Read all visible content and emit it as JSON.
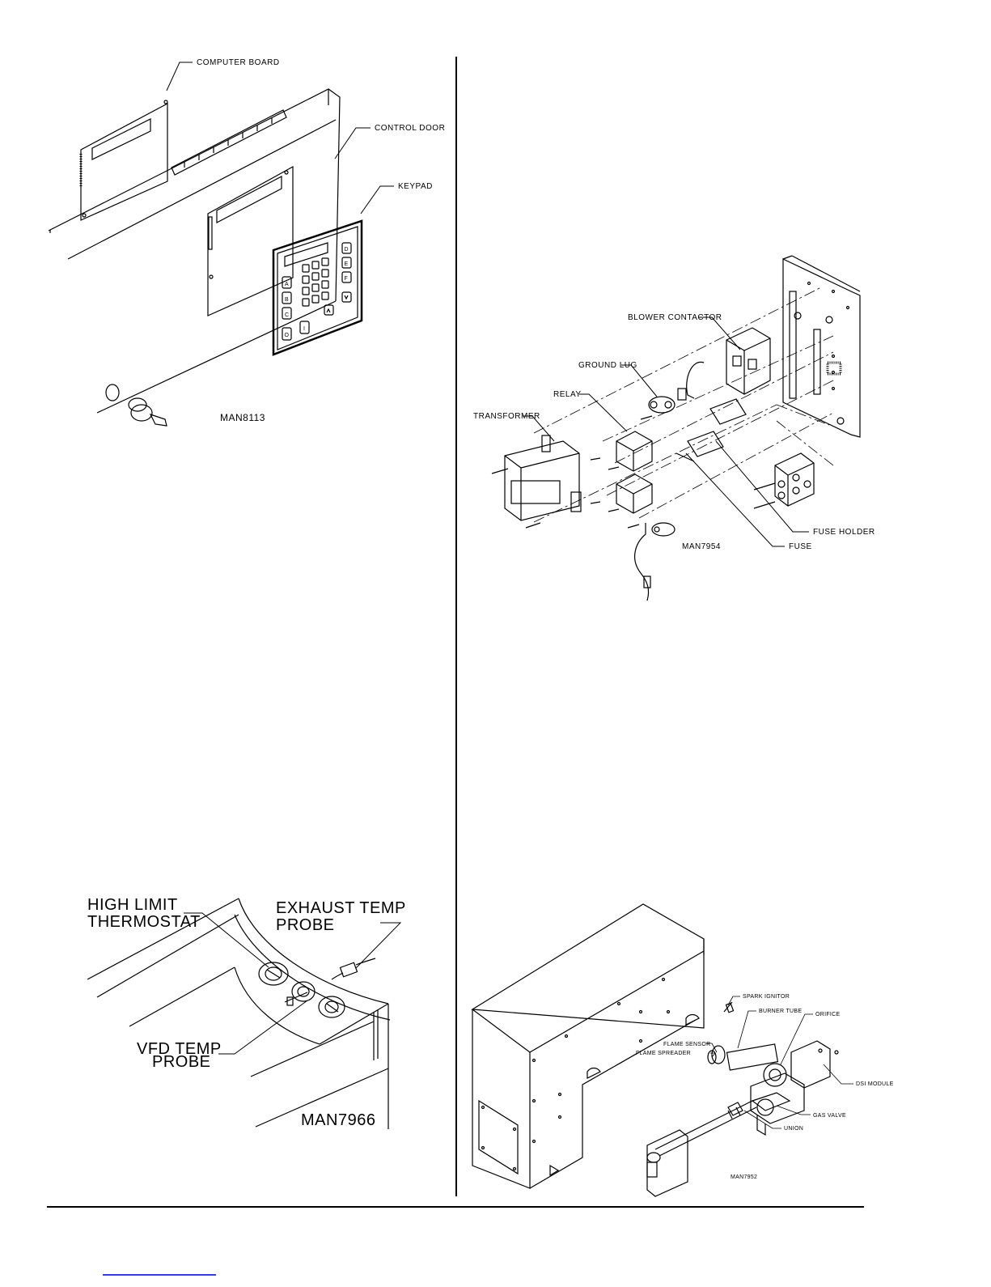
{
  "figures": {
    "control_door": {
      "labels": {
        "computer_board": "COMPUTER BOARD",
        "control_door": "CONTROL DOOR",
        "keypad": "KEYPAD"
      },
      "figure_number": "MAN8113",
      "keys": {
        "d": "D",
        "e": "E",
        "f": "F",
        "a": "A",
        "b": "B",
        "c": "C",
        "zero": "O",
        "one": "I"
      }
    },
    "electrical_panel": {
      "labels": {
        "blower_contactor": "BLOWER CONTACTOR",
        "ground_lug": "GROUND LUG",
        "relay": "RELAY",
        "transformer": "TRANSFORMER",
        "fuse_holder": "FUSE HOLDER",
        "fuse": "FUSE"
      },
      "figure_number": "MAN7954"
    },
    "thermostat": {
      "labels": {
        "high_limit_1": "HIGH LIMIT",
        "high_limit_2": "THERMOSTAT",
        "exhaust_1": "EXHAUST TEMP",
        "exhaust_2": "PROBE",
        "vfd_1": "VFD TEMP",
        "vfd_2": "PROBE"
      },
      "figure_number": "MAN7966"
    },
    "burner": {
      "labels": {
        "spark_ignitor": "SPARK IGNITOR",
        "burner_tube": "BURNER TUBE",
        "orifice": "ORIFICE",
        "flame_sensor": "FLAME SENSOR",
        "flame_spreader": "FLAME SPREADER",
        "dsi_module": "DSI MODULE",
        "gas_valve": "GAS VALVE",
        "union": "UNION"
      },
      "figure_number": "MAN7952"
    }
  }
}
